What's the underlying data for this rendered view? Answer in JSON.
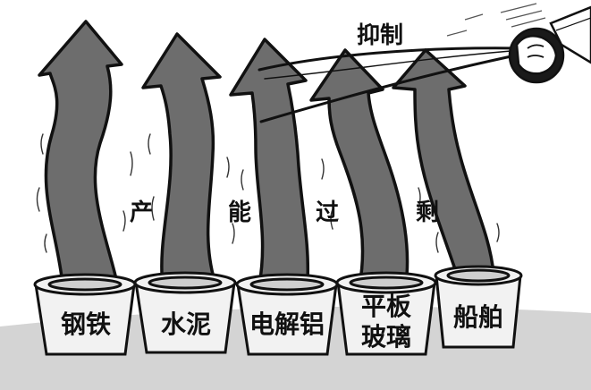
{
  "cartoon": {
    "rope_label": "抑制",
    "caption_chars": [
      "产",
      "能",
      "过",
      "剩"
    ],
    "pots": [
      {
        "lines": [
          "钢铁"
        ]
      },
      {
        "lines": [
          "水泥"
        ]
      },
      {
        "lines": [
          "电解铝"
        ]
      },
      {
        "lines": [
          "平板",
          "玻璃"
        ]
      },
      {
        "lines": [
          "船舶"
        ]
      }
    ]
  },
  "palette": {
    "arrow_fill": "#6d6d6d",
    "outline": "#111111",
    "pot_fill": "#f2f2f2",
    "ground": "#d4d4d4",
    "sky": "#ffffff"
  },
  "icons": [
    "arrow-icon",
    "hand-icon",
    "rope-icon"
  ]
}
